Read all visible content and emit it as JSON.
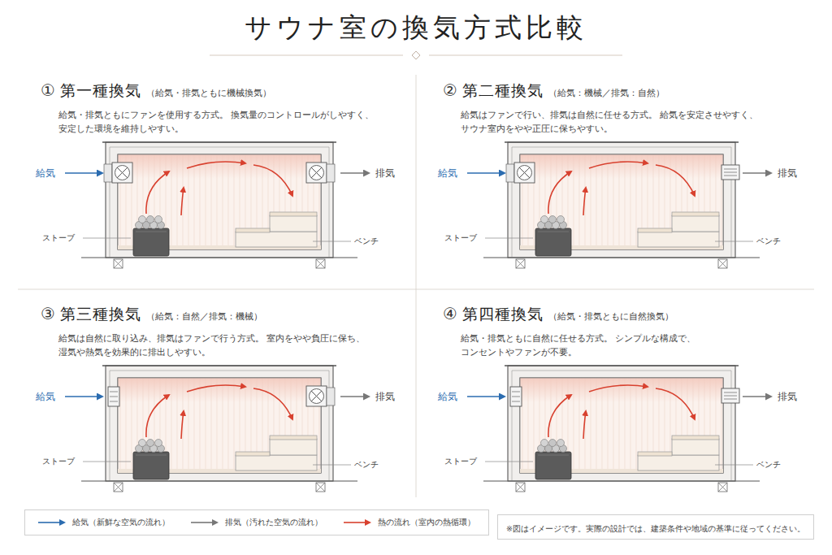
{
  "diagram": {
    "title": "サウナ室の換気方式比較",
    "nodes": [
      {
        "text": [
          "※図はイメージです。実際の設計では、建築条件や地域の基準に従ってください。"
        ]
      }
    ],
    "labels": [
      "①",
      "第一種換気",
      "（給気・排気ともに機械換気）",
      "給気・排気ともにファンを使用する方式。 換気量のコントロールがしやすく、安定した環境を維持しやすい。",
      "給気",
      "排気",
      "ストーブ",
      "ベンチ",
      "②",
      "第二種換気",
      "（給気：機械／排気：自然）",
      "給気はファンで行い、排気は自然に任せる方式。 給気を安定させやすく、サウナ室内をやや正圧に保ちやすい。",
      "給気",
      "排気",
      "ストーブ",
      "ベンチ",
      "③",
      "第三種換気",
      "（給気：自然／排気：機械）",
      "給気は自然に取り込み、排気はファンで行う方式。 室内をやや負圧に保ち、湿気や熱気を効果的に排出しやすい。",
      "給気",
      "排気",
      "ストーブ",
      "ベンチ",
      "④",
      "第四種換気",
      "（給気・排気ともに自然換気）",
      "給気・排気ともに自然に任せる方式。 シンプルな構成で、コンセントやファンが不要。",
      "給気",
      "排気",
      "ストーブ",
      "ベンチ"
    ],
    "legend": [
      {
        "text": "給気（新鮮な空気の流れ）"
      },
      {
        "text": "排気（汚れた空気の流れ）"
      },
      {
        "text": "熱の流れ（室内の熱循環）"
      }
    ]
  }
}
